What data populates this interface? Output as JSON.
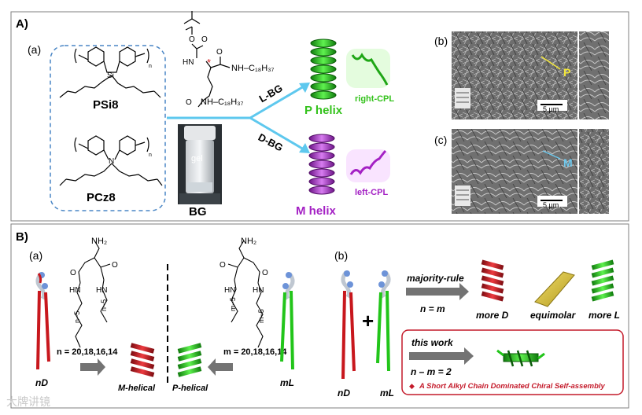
{
  "colors": {
    "arrow_blue": "#5ec8ee",
    "helix_green": "#22c51a",
    "helix_purple": "#b12fd0",
    "helix_red": "#c8171d",
    "label_green": "#34c21c",
    "label_purple": "#a421c4",
    "sem_P": "#f2e63a",
    "sem_M": "#6ec9ee",
    "panel_border": "#7f7f7f",
    "dashed_box": "#4a86c5",
    "footer_red": "#c41a2a",
    "arrow_gray": "#737373"
  },
  "panel_A": {
    "tag": "A)",
    "sub_a": "(a)",
    "polymer1_name": "PSi8",
    "polymer1_atom": "Si",
    "polymer2_name": "PCz8",
    "polymer2_atom": "N",
    "subscript_n": "n",
    "bg_substituent1": "NH–C₁₈H₃₇",
    "bg_substituent2": "NH–C₁₈H₃₇",
    "bg_atom_O1": "O",
    "bg_atom_O2": "O",
    "bg_atom_O3": "O",
    "bg_atom_O4": "O",
    "bg_atom_HN": "HN",
    "bg_label": "BG",
    "vial_text": "gel",
    "route_L": "L-BG",
    "route_D": "D-BG",
    "p_helix": "P helix",
    "m_helix": "M helix",
    "right_cpl": "right-CPL",
    "left_cpl": "left-CPL",
    "sub_b": "(b)",
    "sub_c": "(c)",
    "sem_label_P": "P",
    "sem_label_M": "M",
    "scale_b": "5 μm",
    "scale_c": "5 μm"
  },
  "panel_B": {
    "tag": "B)",
    "sub_a": "(a)",
    "sub_b": "(b)",
    "nh2_left": "NH₂",
    "nh2_right": "NH₂",
    "hn_left1": "HN",
    "hn_left2": "HN",
    "hn_right1": "HN",
    "hn_right2": "HN",
    "o_left1": "O",
    "o_left2": "O",
    "o_right1": "O",
    "o_right2": "O",
    "chain_n1": "n−5",
    "chain_n2": "n−5",
    "chain_m1": "m−5",
    "chain_m2": "m−5",
    "n_values": "n = 20,18,16,14",
    "m_values": "m = 20,18,16,14",
    "nD": "nD",
    "mL": "mL",
    "m_helical": "M-helical",
    "p_helical": "P-helical",
    "plus": "+",
    "nD_b": "nD",
    "mL_b": "mL",
    "majority_rule": "majority-rule",
    "n_eq_m": "n = m",
    "more_D": "more D",
    "equimolar": "equimolar",
    "more_L": "more L",
    "this_work": "this work",
    "n_minus_m": "n – m = 2",
    "footer_bullet": "◆",
    "footer_text": "A Short Alkyl Chain Dominated Chiral Self-assembly"
  },
  "watermark": "大牌讲镜"
}
